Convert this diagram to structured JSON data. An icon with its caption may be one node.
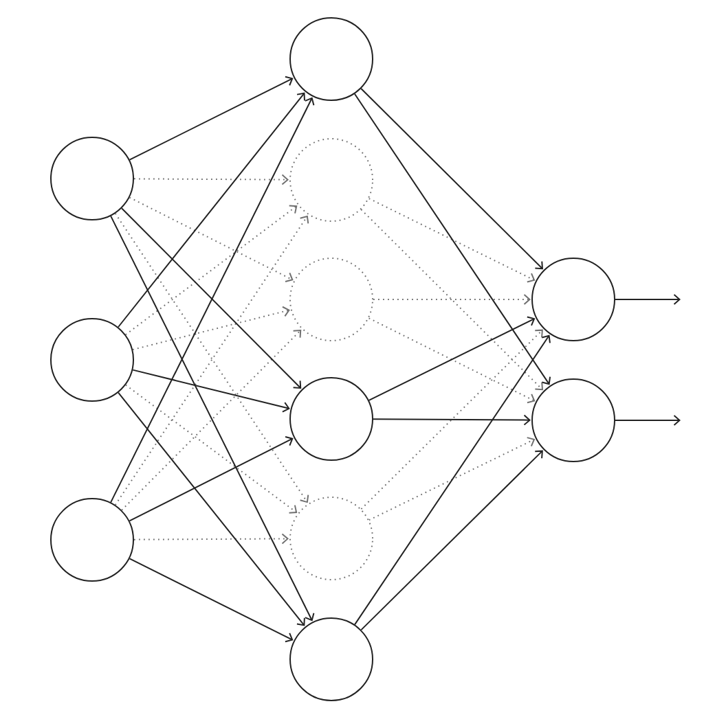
{
  "diagram": {
    "nodes": [
      {
        "text": [],
        "shape": "circle"
      },
      {
        "text": [],
        "shape": "circle"
      },
      {
        "text": [],
        "shape": "circle"
      },
      {
        "text": [],
        "shape": "circle"
      },
      {
        "text": [],
        "shape": "circle"
      },
      {
        "text": [],
        "shape": "circle"
      },
      {
        "text": [],
        "shape": "circle"
      },
      {
        "text": [],
        "shape": "circle"
      },
      {
        "text": [],
        "shape": "circle"
      },
      {
        "text": [],
        "shape": "circle"
      },
      {
        "text": [],
        "shape": "circle"
      }
    ],
    "edges": [
      {
        "from": 0,
        "to": 3,
        "arrow": "to"
      },
      {
        "from": 0,
        "to": 4,
        "arrow": "to",
        "style": "dashed",
        "color": "#707070"
      },
      {
        "from": 0,
        "to": 5,
        "arrow": "to",
        "style": "dashed",
        "color": "#707070"
      },
      {
        "from": 0,
        "to": 6,
        "arrow": "to"
      },
      {
        "from": 0,
        "to": 7,
        "arrow": "to",
        "style": "dashed",
        "color": "#707070"
      },
      {
        "from": 0,
        "to": 8,
        "arrow": "to"
      },
      {
        "from": 1,
        "to": 3,
        "arrow": "to"
      },
      {
        "from": 1,
        "to": 4,
        "arrow": "to",
        "style": "dashed",
        "color": "#707070"
      },
      {
        "from": 1,
        "to": 5,
        "arrow": "to",
        "style": "dashed",
        "color": "#707070"
      },
      {
        "from": 1,
        "to": 6,
        "arrow": "to"
      },
      {
        "from": 1,
        "to": 7,
        "arrow": "to",
        "style": "dashed",
        "color": "#707070"
      },
      {
        "from": 1,
        "to": 8,
        "arrow": "to"
      },
      {
        "from": 2,
        "to": 3,
        "arrow": "to"
      },
      {
        "from": 2,
        "to": 4,
        "arrow": "to",
        "style": "dashed",
        "color": "#707070"
      },
      {
        "from": 2,
        "to": 5,
        "arrow": "to",
        "style": "dashed",
        "color": "#707070"
      },
      {
        "from": 2,
        "to": 6,
        "arrow": "to"
      },
      {
        "from": 2,
        "to": 7,
        "arrow": "to",
        "style": "dashed",
        "color": "#707070"
      },
      {
        "from": 2,
        "to": 8,
        "arrow": "to"
      },
      {
        "from": 3,
        "to": 9,
        "arrow": "to"
      },
      {
        "from": 3,
        "to": 10,
        "arrow": "to"
      },
      {
        "from": 4,
        "to": 9,
        "arrow": "to",
        "style": "dashed",
        "color": "#707070"
      },
      {
        "from": 4,
        "to": 10,
        "arrow": "to",
        "style": "dashed",
        "color": "#707070"
      },
      {
        "from": 5,
        "to": 9,
        "arrow": "to",
        "style": "dashed",
        "color": "#707070"
      },
      {
        "from": 5,
        "to": 10,
        "arrow": "to",
        "style": "dashed",
        "color": "#707070"
      },
      {
        "from": 6,
        "to": 9,
        "arrow": "to"
      },
      {
        "from": 6,
        "to": 10,
        "arrow": "to"
      },
      {
        "from": 7,
        "to": 9,
        "arrow": "to",
        "style": "dashed",
        "color": "#707070"
      },
      {
        "from": 7,
        "to": 10,
        "arrow": "to",
        "style": "dashed",
        "color": "#707070"
      },
      {
        "from": 8,
        "to": 9,
        "arrow": "to"
      },
      {
        "from": 8,
        "to": 10,
        "arrow": "to"
      },
      {
        "from": 9,
        "to": null,
        "arrow": "to"
      },
      {
        "from": 10,
        "to": null,
        "arrow": "to"
      }
    ]
  }
}
